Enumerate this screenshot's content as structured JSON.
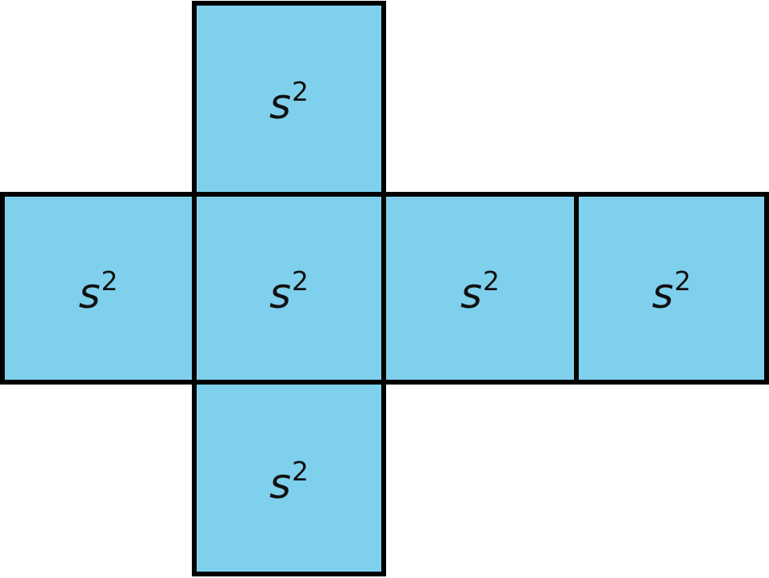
{
  "figure": {
    "type": "cube-net-diagram",
    "description": "Net of a cube: six congruent squares in a cross arrangement, each labeled with area s squared",
    "fill_color": "#7FD0EC",
    "border_color": "#000000",
    "squares": [
      {
        "position": "top",
        "label_base": "s",
        "label_exponent": "2"
      },
      {
        "position": "middle-left",
        "label_base": "s",
        "label_exponent": "2"
      },
      {
        "position": "middle-center",
        "label_base": "s",
        "label_exponent": "2"
      },
      {
        "position": "middle-right",
        "label_base": "s",
        "label_exponent": "2"
      },
      {
        "position": "middle-far-right",
        "label_base": "s",
        "label_exponent": "2"
      },
      {
        "position": "bottom",
        "label_base": "s",
        "label_exponent": "2"
      }
    ]
  }
}
